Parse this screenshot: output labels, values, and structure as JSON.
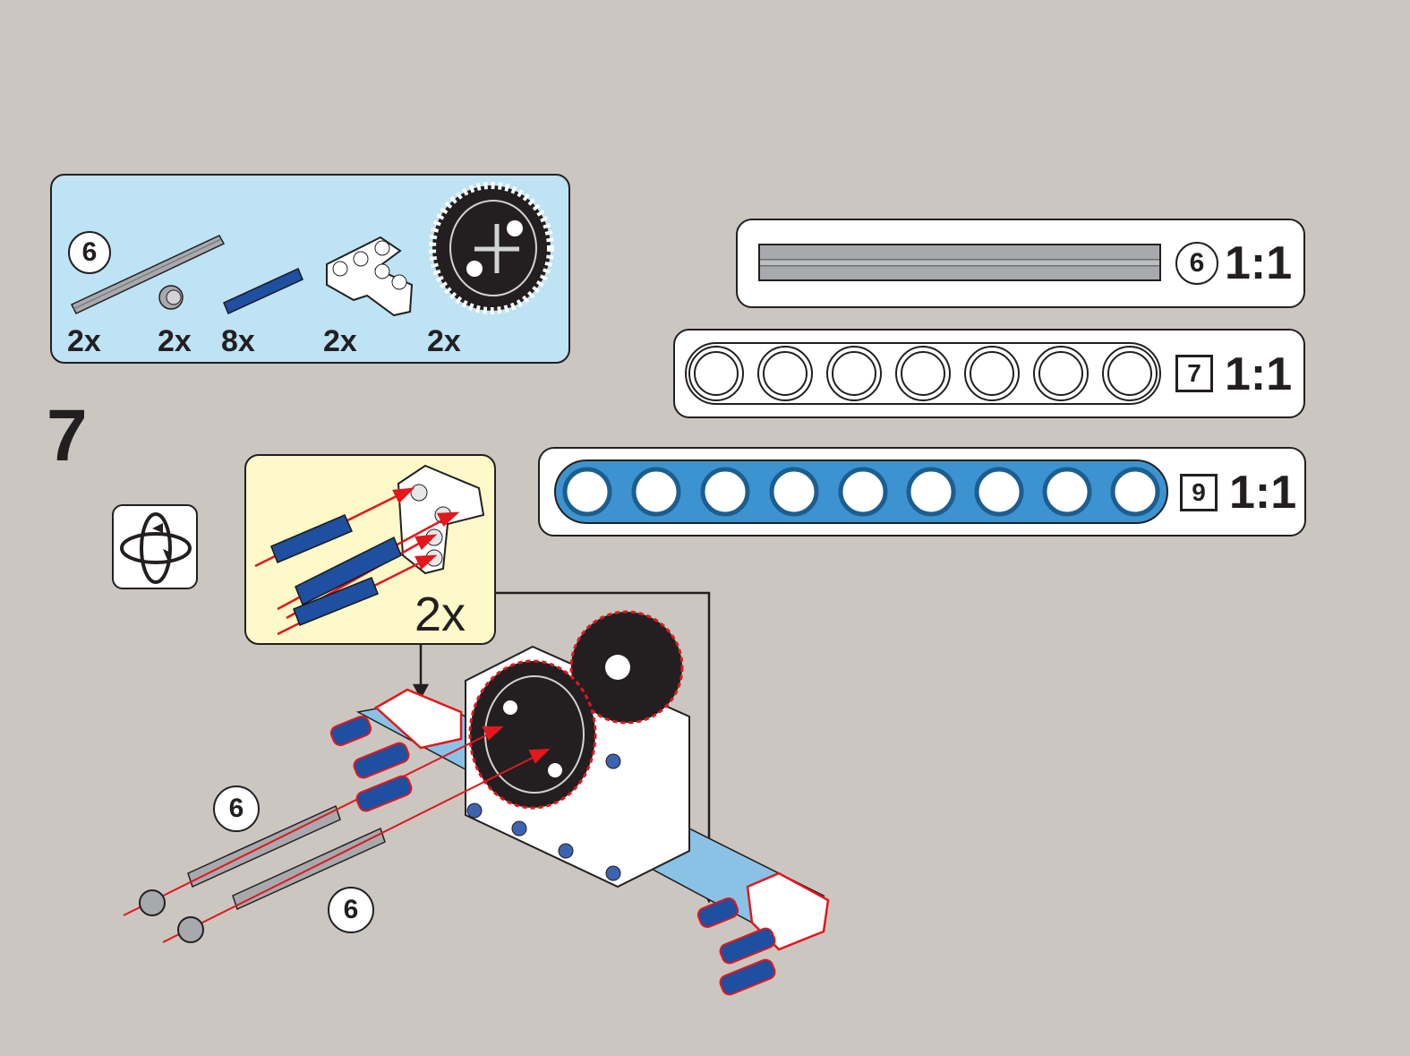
{
  "parts_list": {
    "axle_length": "6",
    "items": [
      {
        "name": "axle",
        "qty": "2x"
      },
      {
        "name": "bushing",
        "qty": "2x"
      },
      {
        "name": "long-pin",
        "qty": "8x"
      },
      {
        "name": "t-beam",
        "qty": "2x"
      },
      {
        "name": "gear",
        "qty": "2x"
      }
    ]
  },
  "step": {
    "number": "7"
  },
  "subassembly": {
    "multiplier": "2x"
  },
  "callouts": {
    "axle_top": "6",
    "axle_bottom": "6"
  },
  "scale_references": [
    {
      "part": "axle",
      "length": "6",
      "ratio": "1:1"
    },
    {
      "part": "white-beam",
      "length": "7",
      "ratio": "1:1"
    },
    {
      "part": "blue-beam",
      "length": "9",
      "ratio": "1:1"
    }
  ],
  "colors": {
    "background": "#cbc6c0",
    "parts_panel": "#bde3f5",
    "subassembly_panel": "#fdf9c8",
    "blue_beam": "#3d93cf",
    "pin_blue": "#1f4fa0",
    "arrow_red": "#e3171c"
  }
}
